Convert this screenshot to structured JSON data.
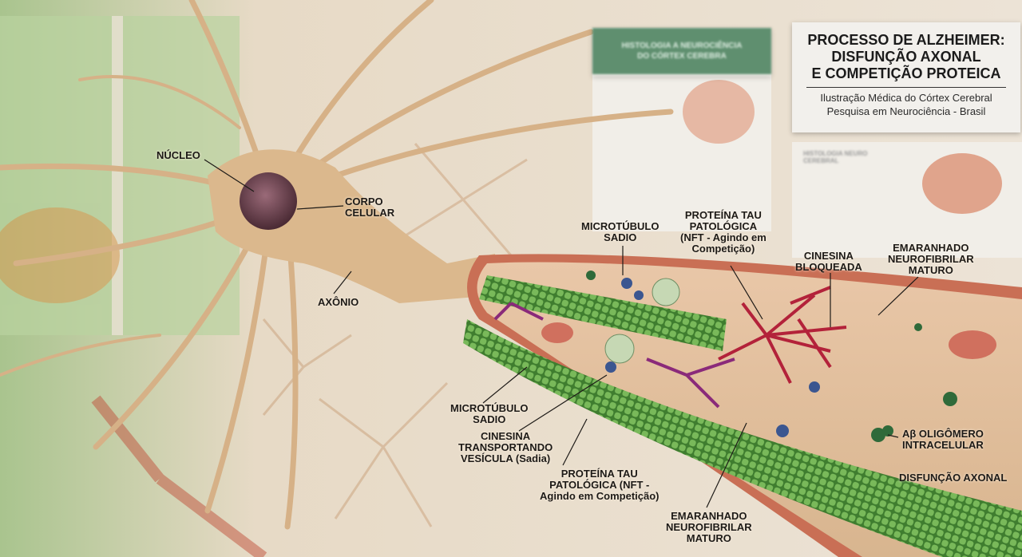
{
  "title_card": {
    "title_lines": [
      "PROCESSO DE ALZHEIMER:",
      "DISFUNÇÃO AXONAL",
      "E COMPETIÇÃO PROTEICA"
    ],
    "subtitle_lines": [
      "Ilustração Médica do Córtex Cerebral",
      "Pesquisa em Neurociência - Brasil"
    ]
  },
  "background_posters": {
    "left_header": [
      "HISTOLOGIA A NEUROCIÊNCIA",
      "DO CÓRTEX CEREBRA"
    ],
    "right_header": "HISTOLOGIA NEURO CEREBRAL"
  },
  "labels": {
    "nucleo": "NÚCLEO",
    "corpo_celular": [
      "CORPO",
      "CELULAR"
    ],
    "axonio": "AXÔNIO",
    "microtubulo_top": [
      "MICROTÚBULO",
      "SADIO"
    ],
    "tau_top": [
      "PROTEÍNA TAU",
      "PATOLÓGICA",
      "(NFT - Agindo em",
      "Competição)"
    ],
    "cinesina_bloqueada": [
      "CINESINA",
      "BLOQUEADA"
    ],
    "emaranhado_top": [
      "EMARANHADO",
      "NEUROFIBRILAR",
      "MATURO"
    ],
    "microtubulo_bottom": [
      "MICROTÚBULO",
      "SADIO"
    ],
    "cinesina_transportando": [
      "CINESINA",
      "TRANSPORTANDO",
      "VESÍCULA (Sadia)"
    ],
    "tau_bottom": [
      "PROTEÍNA TAU",
      "PATOLÓGICA (NFT -",
      "Agindo em Competição)"
    ],
    "emaranhado_bottom": [
      "EMARANHADO",
      "NEUROFIBRILAR",
      "MATURO"
    ],
    "abeta": [
      "Aβ OLIGÔMERO",
      "INTRACELULAR"
    ],
    "disfuncao": "DISFUNÇÃO AXONAL"
  },
  "colors": {
    "neuron": "#d9b98f",
    "microtubule": "#5fa046",
    "tau": "#b3223a",
    "kinesin": "#3b5690",
    "poster_green": "#5f8f6f"
  }
}
